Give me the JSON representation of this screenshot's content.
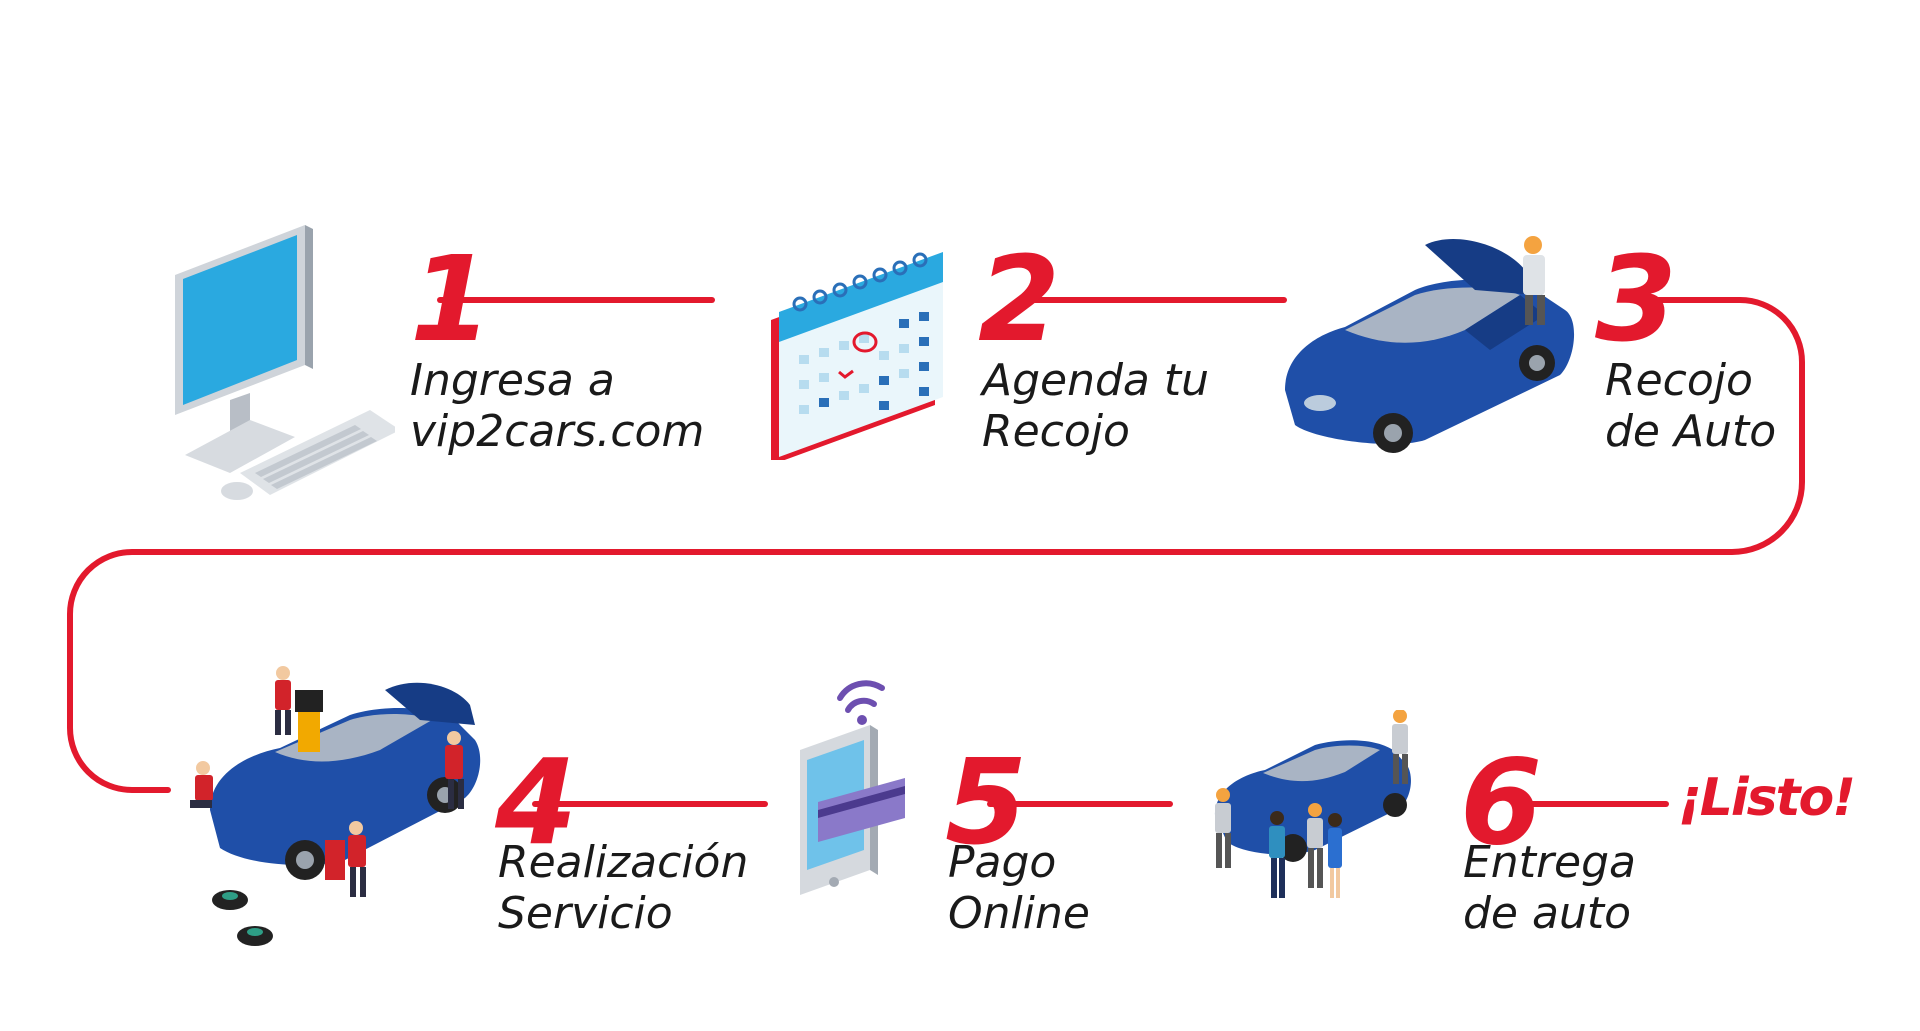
{
  "steps": [
    {
      "number": "1",
      "line1": "Ingresa a",
      "line2": "vip2cars.com",
      "icon": "desktop-computer-icon"
    },
    {
      "number": "2",
      "line1": "Agenda tu",
      "line2": "Recojo",
      "icon": "calendar-icon"
    },
    {
      "number": "3",
      "line1": "Recojo",
      "line2": "de Auto",
      "icon": "car-pickup-icon"
    },
    {
      "number": "4",
      "line1": "Realización",
      "line2": "Servicio",
      "icon": "car-service-icon"
    },
    {
      "number": "5",
      "line1": "Pago",
      "line2": "Online",
      "icon": "phone-payment-icon"
    },
    {
      "number": "6",
      "line1": "Entrega",
      "line2": "de auto",
      "icon": "car-delivery-icon"
    }
  ],
  "final_label": "¡Listo!",
  "colors": {
    "accent": "#e3192d",
    "car": "#1f4fa8",
    "screen": "#29a8e0",
    "text": "#1a1a1a"
  }
}
